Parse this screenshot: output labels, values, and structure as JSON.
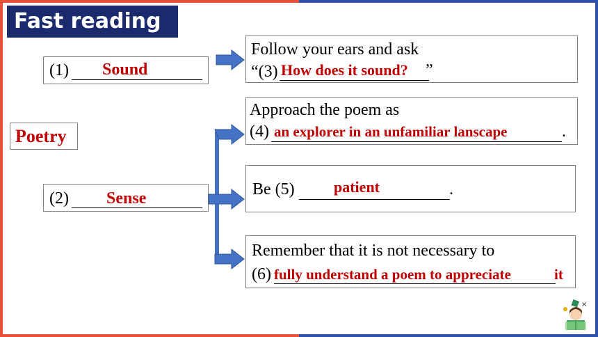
{
  "title": "Fast reading",
  "root": {
    "label": "Poetry"
  },
  "item1": {
    "num": "(1)",
    "answer": "Sound"
  },
  "item2": {
    "num": "(2)",
    "answer": "Sense"
  },
  "box3": {
    "line1": "Follow your ears and ask",
    "prefix": "“(3)",
    "answer": "How does it sound?",
    "suffix": " ”"
  },
  "box4": {
    "line1": "Approach the poem as",
    "prefix": "(4)",
    "answer": "an explorer in an unfamiliar lanscape",
    "suffix": "."
  },
  "box5": {
    "prefix": "Be (5)",
    "answer": "patient",
    "suffix": "."
  },
  "box6": {
    "line1": "Remember that it is not necessary to",
    "prefix": "(6)",
    "answer": "fully understand a poem to appreciate",
    "suffix": " it"
  },
  "colors": {
    "accent_red": "#c00000",
    "title_bg": "#1a2a6c",
    "arrow_blue": "#4472c4",
    "frame_red": "#e8503a",
    "frame_blue": "#2f4fa8"
  },
  "icons": {
    "mascot": "student-reading-icon"
  }
}
